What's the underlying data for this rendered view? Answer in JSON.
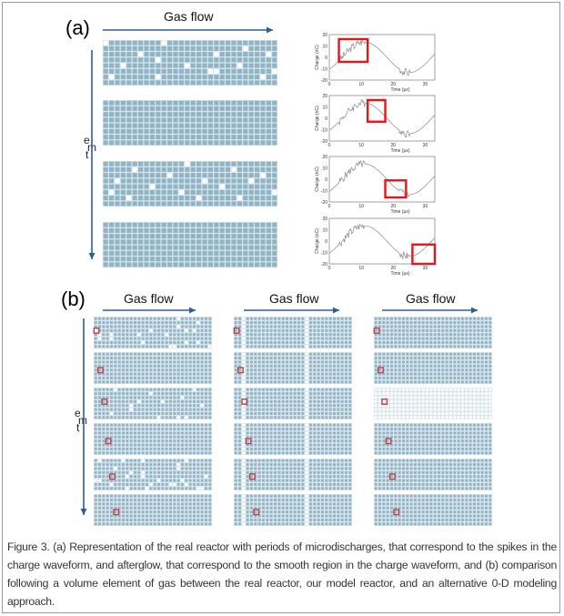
{
  "figure": {
    "panel_a_label": "(a)",
    "panel_b_label": "(b)",
    "gas_flow": "Gas flow",
    "time_axis_letters": [
      "e",
      "m",
      "t"
    ],
    "caption": "Figure 3.  (a) Representation of the real reactor with periods of microdischarges, that correspond to the spikes in the charge waveform, and afterglow, that correspond to the smooth region in the charge waveform, and (b) comparison following a volume element of gas between the real reactor, our model reactor, and an alternative 0-D modeling approach."
  },
  "colors": {
    "cell": "#8fb4c5",
    "cell_bg": "#dbe6ec",
    "arrow": "#2f5d8f",
    "highlight": "#e8141b",
    "marker": "#b5454a",
    "curve": "#8a8a8a"
  },
  "grids_a": {
    "rows": 8,
    "cols": 30,
    "panels": [
      {
        "white_cells": [
          [
            0,
            0
          ],
          [
            0,
            10
          ],
          [
            1,
            24
          ],
          [
            2,
            6
          ],
          [
            2,
            19
          ],
          [
            2,
            28
          ],
          [
            3,
            9
          ],
          [
            4,
            3
          ],
          [
            4,
            14
          ],
          [
            4,
            23
          ],
          [
            5,
            18
          ],
          [
            5,
            19
          ],
          [
            5,
            29
          ],
          [
            6,
            1
          ],
          [
            6,
            9
          ],
          [
            6,
            27
          ]
        ]
      },
      {
        "white_cells": []
      },
      {
        "white_cells": [
          [
            0,
            14
          ],
          [
            1,
            5
          ],
          [
            1,
            22
          ],
          [
            2,
            11
          ],
          [
            2,
            27
          ],
          [
            3,
            2
          ],
          [
            3,
            17
          ],
          [
            3,
            25
          ],
          [
            4,
            8
          ],
          [
            4,
            20
          ],
          [
            5,
            1
          ],
          [
            5,
            13
          ],
          [
            5,
            29
          ],
          [
            6,
            4
          ],
          [
            6,
            16
          ],
          [
            6,
            23
          ]
        ]
      },
      {
        "white_cells": []
      }
    ]
  },
  "grids_b": {
    "rows": 8,
    "cols": 30,
    "columns": [
      {
        "name": "real-reactor",
        "marker_cells": [
          [
            3,
            0
          ],
          [
            4,
            1
          ],
          [
            3,
            2
          ],
          [
            4,
            3
          ],
          [
            4,
            4
          ],
          [
            4,
            5
          ]
        ],
        "random_white": [
          0.07,
          0.0,
          0.07,
          0.0,
          0.07,
          0.0
        ]
      },
      {
        "name": "model-reactor",
        "marker_cells": [
          [
            3,
            0
          ],
          [
            4,
            1
          ],
          [
            3,
            2
          ],
          [
            4,
            3
          ],
          [
            4,
            4
          ],
          [
            4,
            5
          ]
        ],
        "white_columns": [
          2,
          18
        ]
      },
      {
        "name": "0d-model",
        "marker_cells": [
          [
            3,
            0
          ],
          [
            4,
            1
          ],
          [
            3,
            2
          ],
          [
            4,
            3
          ],
          [
            4,
            4
          ],
          [
            4,
            5
          ]
        ],
        "all_white_rows": [
          2
        ]
      }
    ]
  },
  "chart_data": [
    {
      "type": "line",
      "xlabel": "Time (μs)",
      "ylabel": "Charge (nC)",
      "xlim": [
        0,
        33
      ],
      "ylim": [
        -20,
        20
      ],
      "xticks": [
        "0",
        "10",
        "20",
        "30"
      ],
      "yticks": [
        "20",
        "10",
        "0",
        "-10",
        "-20"
      ],
      "spikes": [
        [
          3,
          11
        ],
        [
          22,
          25
        ]
      ],
      "highlight_x": [
        3,
        12
      ],
      "highlight_y": [
        -4,
        16
      ]
    },
    {
      "type": "line",
      "xlabel": "Time (μs)",
      "ylabel": "Charge (nC)",
      "xlim": [
        0,
        33
      ],
      "ylim": [
        -20,
        20
      ],
      "xticks": [
        "0",
        "10",
        "20",
        "30"
      ],
      "yticks": [
        "20",
        "10",
        "0",
        "-10",
        "-20"
      ],
      "spikes": [
        [
          3,
          11
        ],
        [
          22,
          25
        ]
      ],
      "highlight_x": [
        12,
        17.5
      ],
      "highlight_y": [
        -3,
        16
      ]
    },
    {
      "type": "line",
      "xlabel": "Time (μs)",
      "ylabel": "Charge (nC)",
      "xlim": [
        0,
        33
      ],
      "ylim": [
        -20,
        20
      ],
      "xticks": [
        "0",
        "10",
        "20",
        "30"
      ],
      "yticks": [
        "20",
        "10",
        "0",
        "-10",
        "-20"
      ],
      "spikes": [
        [
          3,
          11
        ],
        [
          22,
          25
        ]
      ],
      "highlight_x": [
        17.5,
        24
      ],
      "highlight_y": [
        -16,
        -1
      ]
    },
    {
      "type": "line",
      "xlabel": "Time (μs)",
      "ylabel": "Charge (nC)",
      "xlim": [
        0,
        33
      ],
      "ylim": [
        -20,
        20
      ],
      "xticks": [
        "0",
        "10",
        "20",
        "30"
      ],
      "yticks": [
        "20",
        "10",
        "0",
        "-10",
        "-20"
      ],
      "spikes": [
        [
          3,
          11
        ],
        [
          22,
          25
        ]
      ],
      "highlight_x": [
        26,
        33
      ],
      "highlight_y": [
        -20,
        -3
      ]
    }
  ]
}
